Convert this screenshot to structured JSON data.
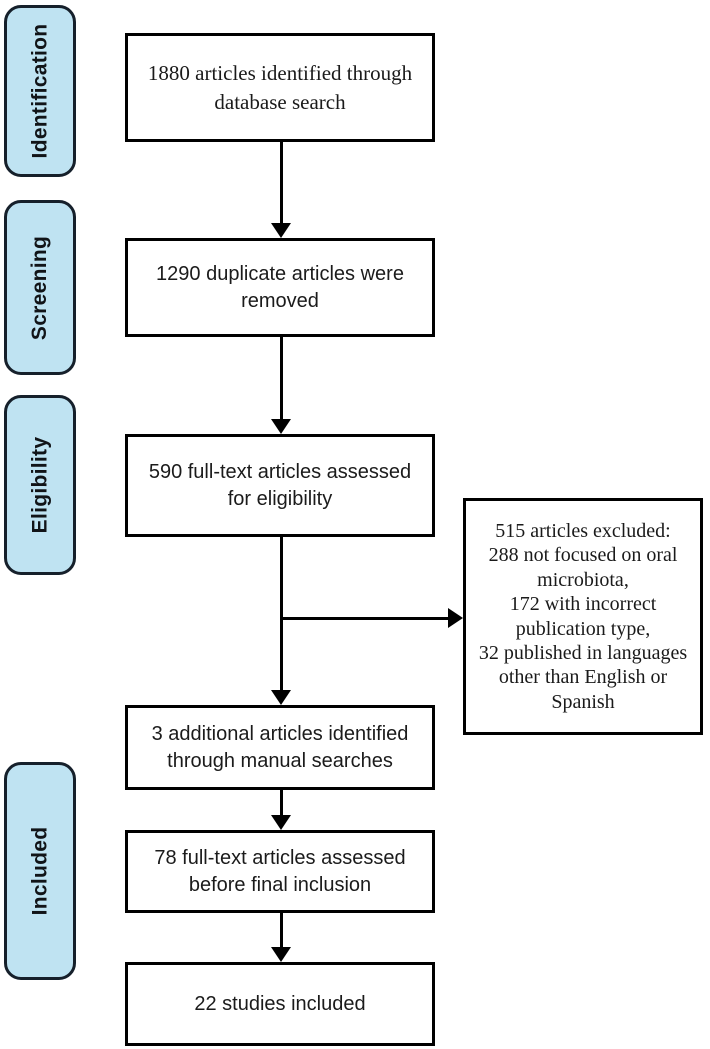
{
  "diagram": {
    "type": "prisma-flowchart",
    "stages": [
      {
        "label": "Identification"
      },
      {
        "label": "Screening"
      },
      {
        "label": "Eligibility"
      },
      {
        "label": "Included"
      }
    ],
    "boxes": [
      {
        "text": "1880 articles identified through database search"
      },
      {
        "text": "1290 duplicate articles were removed"
      },
      {
        "text": "590 full-text articles assessed for eligibility"
      },
      {
        "text": "3 additional articles identified through manual searches"
      },
      {
        "text": "78 full-text articles assessed before final inclusion"
      },
      {
        "text": "22 studies included"
      }
    ],
    "side_box": {
      "lines": [
        "515 articles excluded:",
        "288 not focused on oral microbiota,",
        "172 with incorrect publication type,",
        "32 published in languages other than English or Spanish"
      ]
    },
    "colors": {
      "stage_fill": "#bfe3f2",
      "stage_border": "#16202b",
      "box_border": "#000000",
      "background": "#ffffff",
      "text": "#1a1a1a"
    }
  }
}
